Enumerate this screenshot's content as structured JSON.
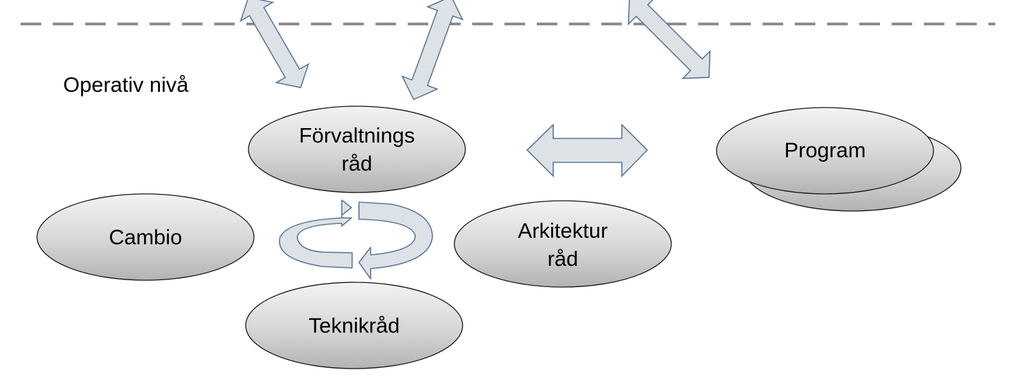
{
  "level_label": "Operativ nivå",
  "nodes": {
    "forvaltning": {
      "line1": "Förvaltnings",
      "line2": "råd"
    },
    "cambio": {
      "label": "Cambio"
    },
    "teknik": {
      "label": "Teknikråd"
    },
    "arkitektur": {
      "line1": "Arkitektur",
      "line2": "råd"
    },
    "program": {
      "label": "Program"
    }
  },
  "colors": {
    "arrow_fill": "#dde2e6",
    "arrow_stroke": "#5b7597",
    "ellipse_light": "#f2f2f2",
    "ellipse_dark": "#b4b4b4",
    "ellipse_stroke": "#111111",
    "dashed_line": "#8c8c8c"
  }
}
